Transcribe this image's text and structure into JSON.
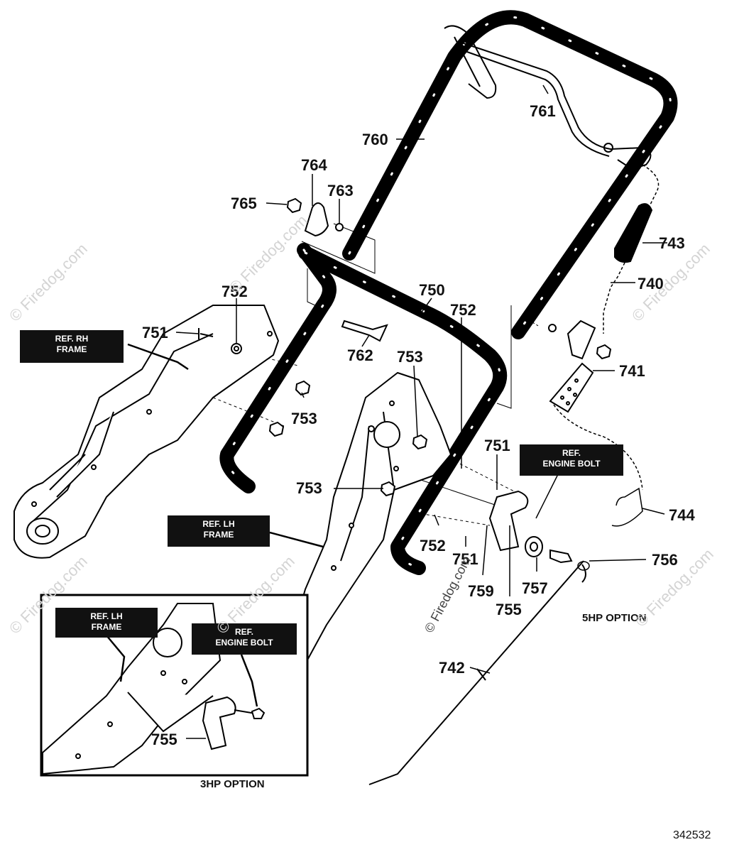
{
  "diagram": {
    "doc_number": "342532",
    "watermark": "© Firedog.com",
    "options": {
      "hp5": "5HP OPTION",
      "hp3": "3HP OPTION"
    },
    "ref_labels": {
      "rh_frame": [
        "REF. RH",
        "FRAME"
      ],
      "lh_frame_main": [
        "REF. LH",
        "FRAME"
      ],
      "engine_bolt_main": [
        "REF.",
        "ENGINE BOLT"
      ],
      "lh_frame_inset": [
        "REF. LH",
        "FRAME"
      ],
      "engine_bolt_inset": [
        "REF.",
        "ENGINE BOLT"
      ]
    },
    "callouts": {
      "c761": "761",
      "c760": "760",
      "c764": "764",
      "c765": "765",
      "c763": "763",
      "c743": "743",
      "c740": "740",
      "c752a": "752",
      "c750": "750",
      "c752b": "752",
      "c751a": "751",
      "c762": "762",
      "c753a": "753",
      "c741": "741",
      "c753b": "753",
      "c751b": "751",
      "c753c": "753",
      "c744": "744",
      "c752c": "752",
      "c751c": "751",
      "c756": "756",
      "c759": "759",
      "c757": "757",
      "c755a": "755",
      "c742": "742",
      "c755b": "755"
    }
  }
}
